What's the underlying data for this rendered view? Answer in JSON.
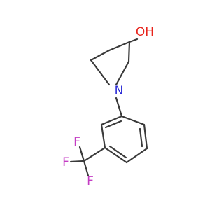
{
  "molecule": {
    "atoms": {
      "hydroxyl": {
        "symbol": "OH",
        "color": "#e8241c"
      },
      "nitrogen": {
        "symbol": "N",
        "color": "#2b2bd6"
      },
      "fluorine_top": {
        "symbol": "F",
        "color": "#c43cc4"
      },
      "fluorine_left": {
        "symbol": "F",
        "color": "#c43cc4"
      },
      "fluorine_bottom": {
        "symbol": "F",
        "color": "#c43cc4"
      }
    },
    "bond_color": "#3a3a3a"
  }
}
